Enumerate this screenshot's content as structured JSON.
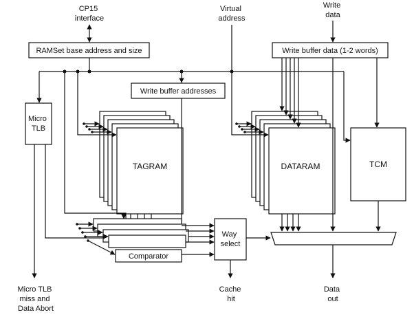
{
  "labels": {
    "cp15_interface": [
      "CP15",
      "interface"
    ],
    "virtual_address": [
      "Virtual",
      "address"
    ],
    "write_data": [
      "Write",
      "data"
    ],
    "cache_hit": [
      "Cache",
      "hit"
    ],
    "data_out": [
      "Data",
      "out"
    ],
    "micro_tlb_abort": [
      "Micro TLB",
      "miss and",
      "Data Abort"
    ]
  },
  "blocks": {
    "ramset": "RAMSet base address and size",
    "write_buffer_data": "Write buffer data (1-2 words)",
    "write_buffer_addresses": "Write buffer addresses",
    "micro_tlb": [
      "Micro",
      "TLB"
    ],
    "tagram": "TAGRAM",
    "dataram": "DATARAM",
    "tcm": "TCM",
    "way_select": [
      "Way",
      "select"
    ],
    "comparator": "Comparator"
  }
}
